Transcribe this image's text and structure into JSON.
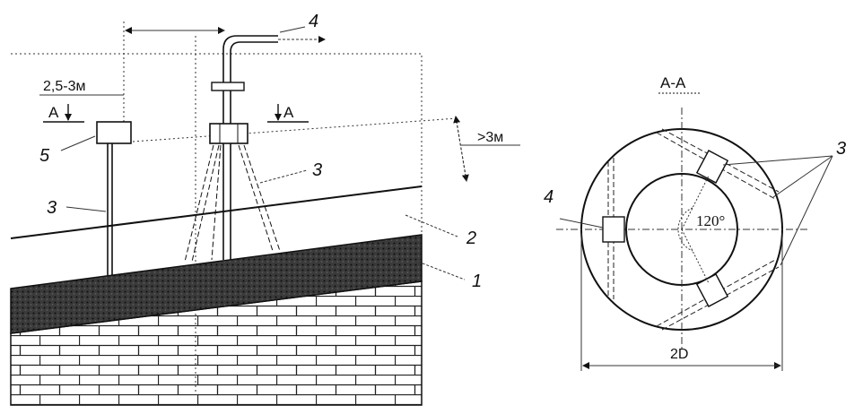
{
  "side_view": {
    "labels": {
      "soil": "1",
      "cover": "2",
      "braces_a": "3",
      "braces_b": "3",
      "pipe": "4",
      "box": "5"
    },
    "dimensions": {
      "offset": "2,5-3м",
      "height": ">3м"
    },
    "section_marks": {
      "left": "А",
      "right": "А"
    }
  },
  "section_view": {
    "title": "А-А",
    "labels": {
      "braces": "3",
      "pipe": "4"
    },
    "angle": "120°",
    "diameter": "2D"
  },
  "colors": {
    "ink": "#111111",
    "soil_dark": "#2a2a2a",
    "brick_line": "#222222"
  }
}
